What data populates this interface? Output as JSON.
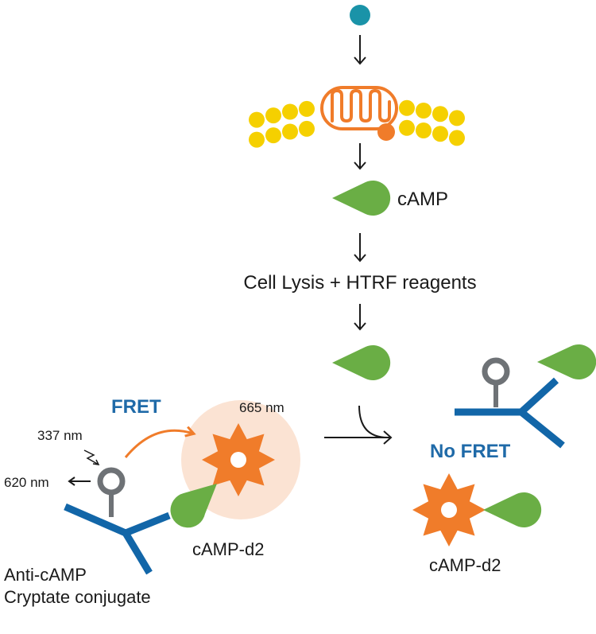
{
  "colors": {
    "ligand": "#1a93a8",
    "receptor": "#f07c2a",
    "membrane": "#f5d000",
    "camp": "#6aae45",
    "antibody": "#1266a8",
    "cryptate": "#6e7276",
    "d2": "#f07c2a",
    "fret_glow": "#fbe3d3",
    "fret_text": "#1f6aa8"
  },
  "labels": {
    "camp": "cAMP",
    "lysis": "Cell Lysis + HTRF reagents",
    "fret": "FRET",
    "no_fret": "No FRET",
    "nm665": "665 nm",
    "nm337": "337 nm",
    "nm620": "620 nm",
    "camp_d2_left": "cAMP-d2",
    "camp_d2_right": "cAMP-d2",
    "anti_camp_line1": "Anti-cAMP",
    "anti_camp_line2": "Cryptate conjugate"
  },
  "icons": [
    "ligand-icon",
    "gpcr-receptor-icon",
    "membrane-icon",
    "camp-icon",
    "antibody-icon",
    "cryptate-icon",
    "d2-acceptor-icon",
    "excitation-arrow-icon",
    "energy-transfer-arrow-icon"
  ]
}
